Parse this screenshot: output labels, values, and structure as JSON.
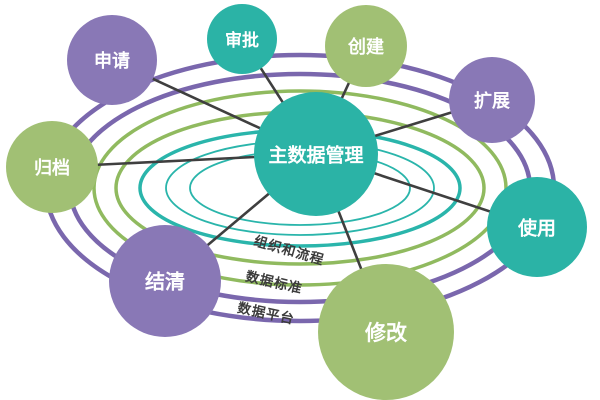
{
  "palette": {
    "teal": "#2bb3a6",
    "green": "#a1c074",
    "purple": "#8978b6",
    "ring_teal": "#2ab5ab",
    "ring_green": "#90ba5f",
    "ring_purple": "#7a67ad",
    "spoke": "#3f3f3f",
    "layer_label": "#3c3c3c",
    "node_text": "#ffffff"
  },
  "center": {
    "label": "主数据管理",
    "color": "#2bb3a6"
  },
  "nodes": [
    {
      "id": "apply",
      "label": "申请",
      "color": "#8978b6"
    },
    {
      "id": "approve",
      "label": "审批",
      "color": "#2bb3a6"
    },
    {
      "id": "create",
      "label": "创建",
      "color": "#a1c074"
    },
    {
      "id": "extend",
      "label": "扩展",
      "color": "#8978b6"
    },
    {
      "id": "use",
      "label": "使用",
      "color": "#2bb3a6"
    },
    {
      "id": "modify",
      "label": "修改",
      "color": "#a1c074"
    },
    {
      "id": "settle",
      "label": "结清",
      "color": "#8978b6"
    },
    {
      "id": "archive",
      "label": "归档",
      "color": "#a1c074"
    }
  ],
  "layers": [
    {
      "id": "org-process",
      "label": "组织和流程"
    },
    {
      "id": "data-standard",
      "label": "数据标准"
    },
    {
      "id": "data-platform",
      "label": "数据平台"
    }
  ]
}
